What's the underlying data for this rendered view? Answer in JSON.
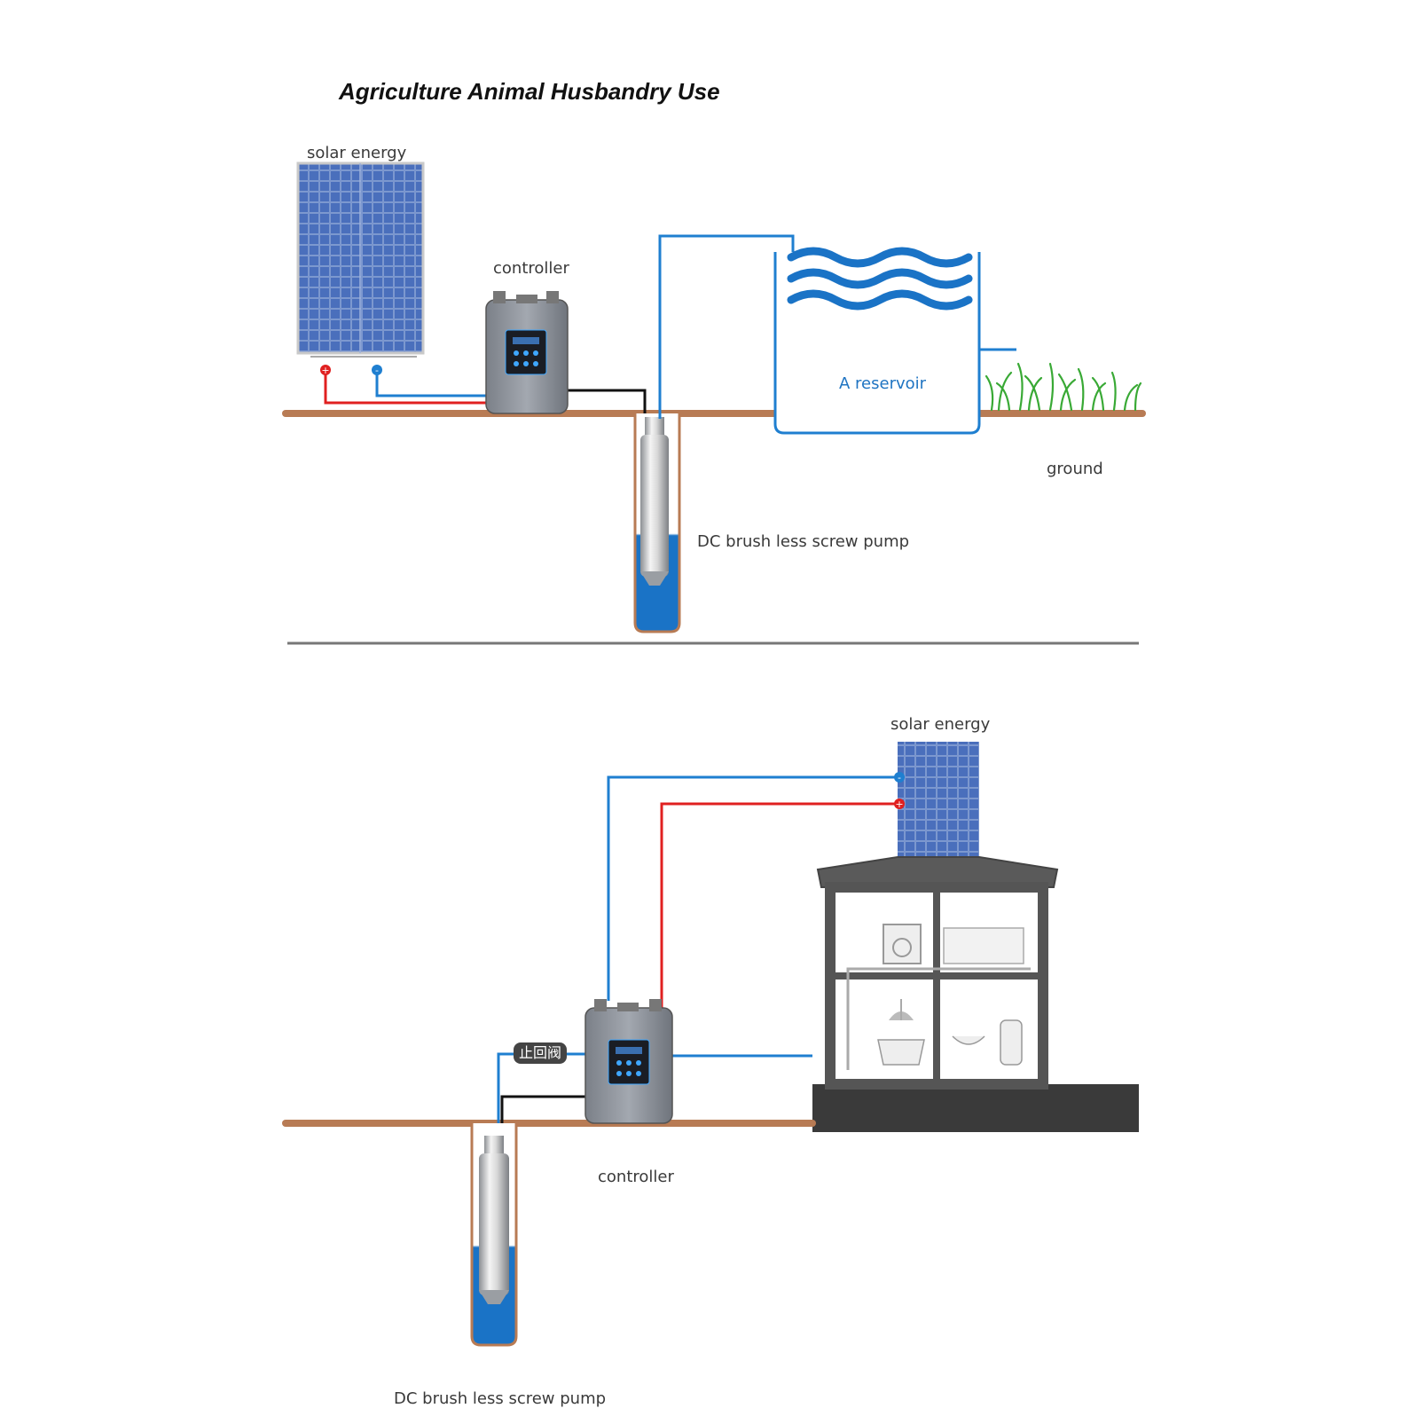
{
  "title": "Agriculture Animal Husbandry Use",
  "top_scene": {
    "solar_label": "solar energy",
    "controller_label": "controller",
    "reservoir_label": "A reservoir",
    "ground_label": "ground",
    "pump_label": "DC brush less screw pump"
  },
  "bottom_scene": {
    "solar_label": "solar energy",
    "controller_label": "controller",
    "valve_label": "止回阀",
    "pump_label": "DC brush less screw pump"
  },
  "colors": {
    "ground": "#b87b54",
    "pipe": "#1f7fd0",
    "positive_wire": "#e02020",
    "negative_wire": "#1f7fd0",
    "water": "#1a73c6",
    "panel": "#3d5fa8",
    "controller": "#8a9099",
    "house_floor": "#3a3a3a"
  },
  "icons": {
    "plus": "+",
    "minus": "-"
  }
}
